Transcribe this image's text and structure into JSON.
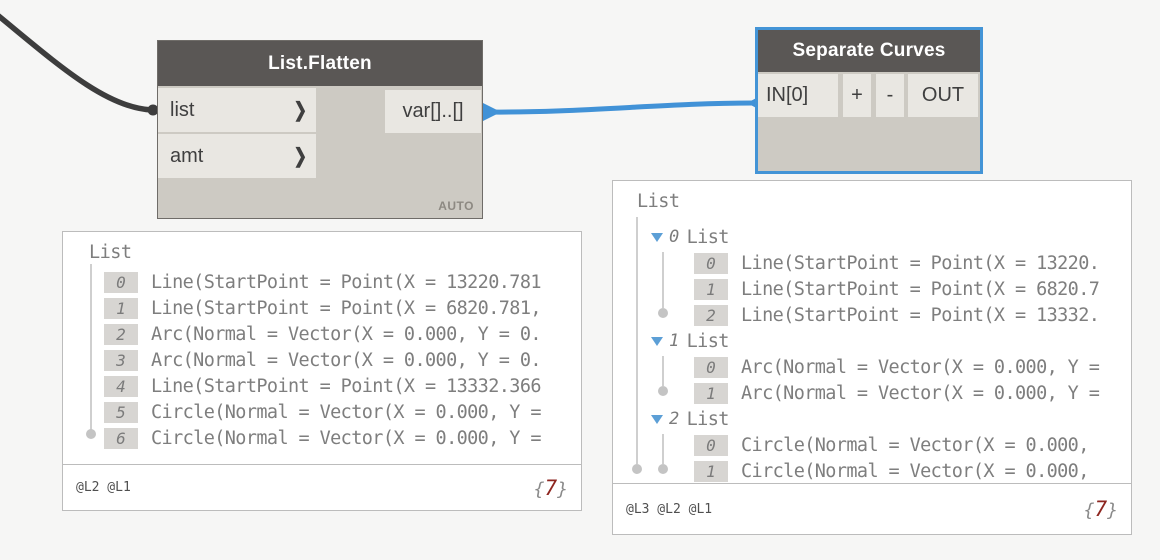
{
  "nodes": {
    "flatten": {
      "title": "List.Flatten",
      "inputs": {
        "list": "list",
        "amt": "amt"
      },
      "input_chevron": "❯",
      "output": "var[]..[]",
      "lacing": "AUTO"
    },
    "separate": {
      "title": "Separate Curves",
      "input": "IN[0]",
      "add": "+",
      "remove": "-",
      "output": "OUT"
    }
  },
  "previews": {
    "flatten": {
      "root": "List",
      "items": [
        {
          "i": "0",
          "t": "Line(StartPoint = Point(X = 13220.781"
        },
        {
          "i": "1",
          "t": "Line(StartPoint = Point(X = 6820.781,"
        },
        {
          "i": "2",
          "t": "Arc(Normal = Vector(X = 0.000, Y = 0."
        },
        {
          "i": "3",
          "t": "Arc(Normal = Vector(X = 0.000, Y = 0."
        },
        {
          "i": "4",
          "t": "Line(StartPoint = Point(X = 13332.366"
        },
        {
          "i": "5",
          "t": "Circle(Normal = Vector(X = 0.000, Y ="
        },
        {
          "i": "6",
          "t": "Circle(Normal = Vector(X = 0.000, Y ="
        }
      ],
      "levels": "@L2 @L1",
      "count_open": "{",
      "count": "7",
      "count_close": "}"
    },
    "separate": {
      "root": "List",
      "groups": [
        {
          "i": "0",
          "label": "List",
          "items": [
            {
              "i": "0",
              "t": "Line(StartPoint = Point(X = 13220."
            },
            {
              "i": "1",
              "t": "Line(StartPoint = Point(X = 6820.7"
            },
            {
              "i": "2",
              "t": "Line(StartPoint = Point(X = 13332."
            }
          ]
        },
        {
          "i": "1",
          "label": "List",
          "items": [
            {
              "i": "0",
              "t": "Arc(Normal = Vector(X = 0.000, Y ="
            },
            {
              "i": "1",
              "t": "Arc(Normal = Vector(X = 0.000, Y ="
            }
          ]
        },
        {
          "i": "2",
          "label": "List",
          "items": [
            {
              "i": "0",
              "t": "Circle(Normal = Vector(X = 0.000,"
            },
            {
              "i": "1",
              "t": "Circle(Normal = Vector(X = 0.000,"
            }
          ]
        }
      ],
      "levels": "@L3 @L2 @L1",
      "count_open": "{",
      "count": "7",
      "count_close": "}"
    }
  },
  "colors": {
    "selection_blue": "#4394d6",
    "wire_blue": "#4192d7",
    "wire_dark": "#3d3d3d",
    "node_header": "#5a5755",
    "node_body": "#cdcac3",
    "port_chip": "#e9e7e2",
    "count_red": "#8e2620",
    "canvas_bg": "#f6f6f5"
  }
}
